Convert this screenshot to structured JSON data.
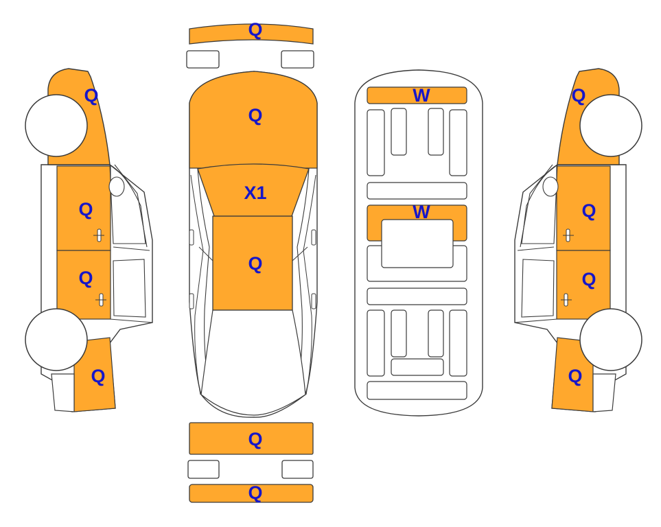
{
  "colors": {
    "panel_fill": "#ffa82d",
    "outline": "#3a3a3a",
    "label": "#1616c8",
    "background": "#ffffff"
  },
  "labels": {
    "top_bumper": "Q",
    "hood": "Q",
    "windshield": "X1",
    "roof": "Q",
    "rear_bumper_upper": "Q",
    "rear_bumper_lower": "Q",
    "underbody_front": "W",
    "underbody_middle": "W",
    "left_front_fender": "Q",
    "left_front_door": "Q",
    "left_rear_door": "Q",
    "left_rear_quarter": "Q",
    "right_front_fender": "Q",
    "right_front_door": "Q",
    "right_rear_door": "Q",
    "right_rear_quarter": "Q"
  }
}
